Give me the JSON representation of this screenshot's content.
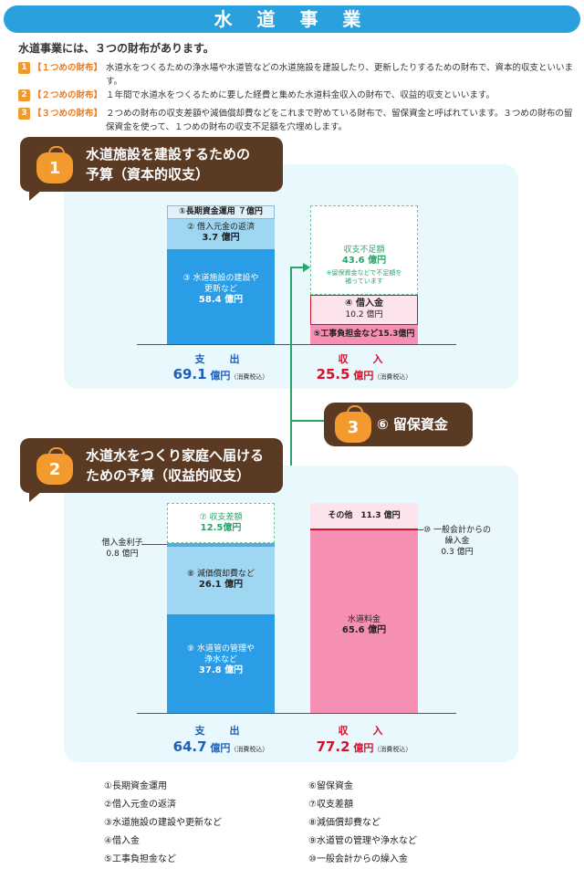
{
  "header": {
    "title": "水 道 事 業"
  },
  "intro": "水道事業には、３つの財布があります。",
  "points": [
    {
      "num": "1",
      "label": "【１つめの財布】",
      "text": "水道水をつくるための浄水場や水道管などの水道施設を建設したり、更新したりするための財布で、資本的収支といいます。"
    },
    {
      "num": "2",
      "label": "【２つめの財布】",
      "text": "１年間で水道水をつくるために要した経費と集めた水道料金収入の財布で、収益的収支といいます。"
    },
    {
      "num": "3",
      "label": "【３つめの財布】",
      "text": "２つめの財布の収支差額や減価償却費などをこれまで貯めている財布で、留保資金と呼ばれています。３つめの財布の留保資金を使って、１つめの財布の収支不足額を穴埋めします。"
    }
  ],
  "section1": {
    "num": "1",
    "title_line1": "水道施設を建設するための",
    "title_line2": "予算（資本的収支）",
    "expense": {
      "seg1": "①長期資金運用 ７億円",
      "seg2_name": "② 借入元金の返済",
      "seg2_val": "3.7 億円",
      "seg3_name": "③ 水道施設の建設や更新など",
      "seg3_val": "58.4 億円",
      "label": "支　出",
      "total_num": "69.1",
      "total_unit": " 億円",
      "tax": "（消費税込）"
    },
    "revenue": {
      "shortfall_name": "収支不足額",
      "shortfall_val": "43.6 億円",
      "shortfall_note": "※留保資金などで不足額を補っています",
      "seg4_name": "④ 借入金",
      "seg4_val": "10.2 億円",
      "seg5": "⑤工事負担金など15.3億円",
      "label": "収　入",
      "total_num": "25.5",
      "total_unit": " 億円",
      "tax": "（消費税込）"
    }
  },
  "section3": {
    "num": "3",
    "label": "⑥ 留保資金"
  },
  "section2": {
    "num": "2",
    "title_line1": "水道水をつくり家庭へ届ける",
    "title_line2": "ための予算（収益的収支）",
    "expense": {
      "seg7_name": "⑦ 収支差額",
      "seg7_val": "12.5億円",
      "interest_name": "借入金利子",
      "interest_val": "0.8 億円",
      "seg8_name": "⑧ 減価償却費など",
      "seg8_val": "26.1 億円",
      "seg9_name": "⑨ 水道管の管理や浄水など",
      "seg9_val": "37.8 億円",
      "label": "支　出",
      "total_num": "64.7",
      "total_unit": " 億円",
      "tax": "（消費税込）"
    },
    "revenue": {
      "other": "その他　11.3 億円",
      "seg10_name": "⑩ 一般会計からの繰入金",
      "seg10_val": "0.3 億円",
      "water_name": "水道料金",
      "water_val": "65.6 億円",
      "label": "収　入",
      "total_num": "77.2",
      "total_unit": " 億円",
      "tax": "（消費税込）"
    }
  },
  "legend": {
    "left": [
      "①長期資金運用",
      "②借入元金の返済",
      "③水道施設の建設や更新など",
      "④借入金",
      "⑤工事負担金など"
    ],
    "right": [
      "⑥留保資金",
      "⑦収支差額",
      "⑧減価償却費など",
      "⑨水道管の管理や浄水など",
      "⑩一般会計からの繰入金"
    ]
  },
  "colors": {
    "header": "#2aa0dc",
    "badge": "#5b3a24",
    "purse": "#f29a2e",
    "blue_bar": "#2a9de6",
    "light_blue": "#9fd6f2",
    "pink": "#f58fb4",
    "light_pink": "#fde3ec",
    "green": "#2aa56a"
  }
}
